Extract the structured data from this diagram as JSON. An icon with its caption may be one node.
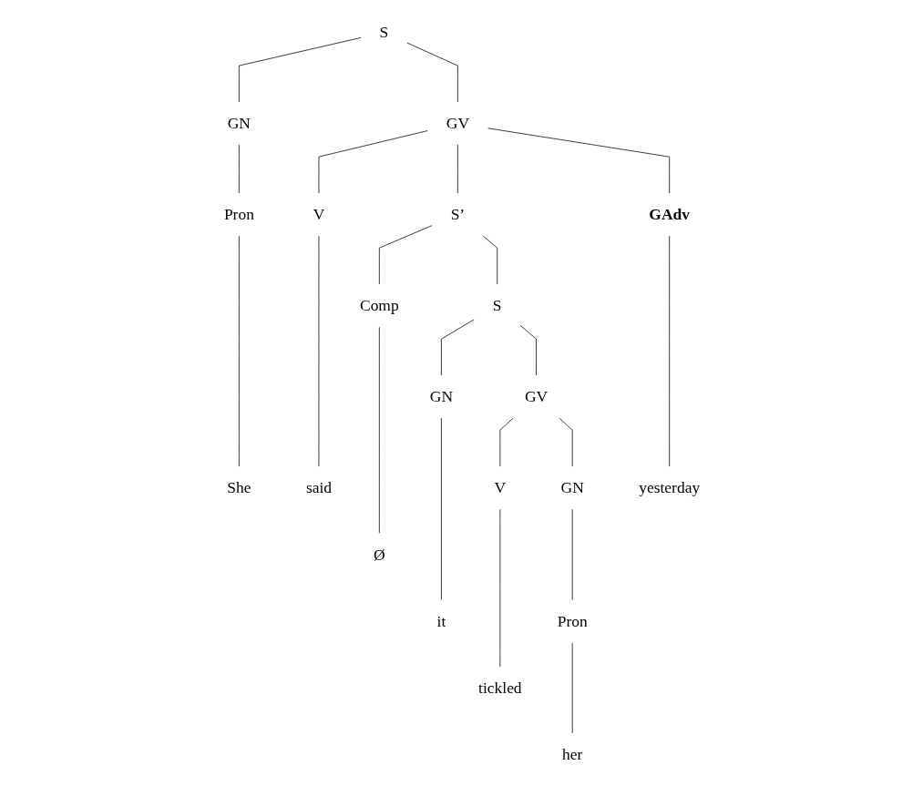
{
  "diagram": {
    "nodes": [
      {
        "text": [
          "S"
        ]
      },
      {
        "text": [
          "GN"
        ]
      },
      {
        "text": [
          "GV"
        ]
      },
      {
        "text": [
          "Pron"
        ]
      },
      {
        "text": [
          "V"
        ]
      },
      {
        "text": [
          "S’"
        ]
      },
      {
        "text": [
          "GAdv"
        ]
      },
      {
        "text": [
          "Comp"
        ]
      },
      {
        "text": [
          "S"
        ]
      },
      {
        "text": [
          "GN"
        ]
      },
      {
        "text": [
          "GV"
        ]
      },
      {
        "text": [
          "V"
        ]
      },
      {
        "text": [
          "GN"
        ]
      },
      {
        "text": [
          "Pron"
        ]
      },
      {
        "text": [
          "She"
        ]
      },
      {
        "text": [
          "said"
        ]
      },
      {
        "text": [
          "Ø"
        ]
      },
      {
        "text": [
          "it"
        ]
      },
      {
        "text": [
          "tickled"
        ]
      },
      {
        "text": [
          "her"
        ]
      },
      {
        "text": [
          "yesterday"
        ]
      }
    ],
    "edges": [
      {
        "from": 0,
        "to": 1,
        "arrow": "none"
      },
      {
        "from": 0,
        "to": 2,
        "arrow": "none"
      },
      {
        "from": 1,
        "to": 3,
        "arrow": "none"
      },
      {
        "from": 2,
        "to": 4,
        "arrow": "none"
      },
      {
        "from": 2,
        "to": 5,
        "arrow": "none"
      },
      {
        "from": 2,
        "to": 6,
        "arrow": "none"
      },
      {
        "from": 3,
        "to": 14,
        "arrow": "none"
      },
      {
        "from": 4,
        "to": 15,
        "arrow": "none"
      },
      {
        "from": 5,
        "to": 7,
        "arrow": "none"
      },
      {
        "from": 5,
        "to": 8,
        "arrow": "none"
      },
      {
        "from": 7,
        "to": 16,
        "arrow": "none"
      },
      {
        "from": 8,
        "to": 9,
        "arrow": "none"
      },
      {
        "from": 8,
        "to": 10,
        "arrow": "none"
      },
      {
        "from": 9,
        "to": 17,
        "arrow": "none"
      },
      {
        "from": 10,
        "to": 11,
        "arrow": "none"
      },
      {
        "from": 10,
        "to": 12,
        "arrow": "none"
      },
      {
        "from": 11,
        "to": 18,
        "arrow": "none"
      },
      {
        "from": 12,
        "to": 13,
        "arrow": "none"
      },
      {
        "from": 13,
        "to": 19,
        "arrow": "none"
      },
      {
        "from": 6,
        "to": 20,
        "arrow": "none"
      }
    ]
  }
}
